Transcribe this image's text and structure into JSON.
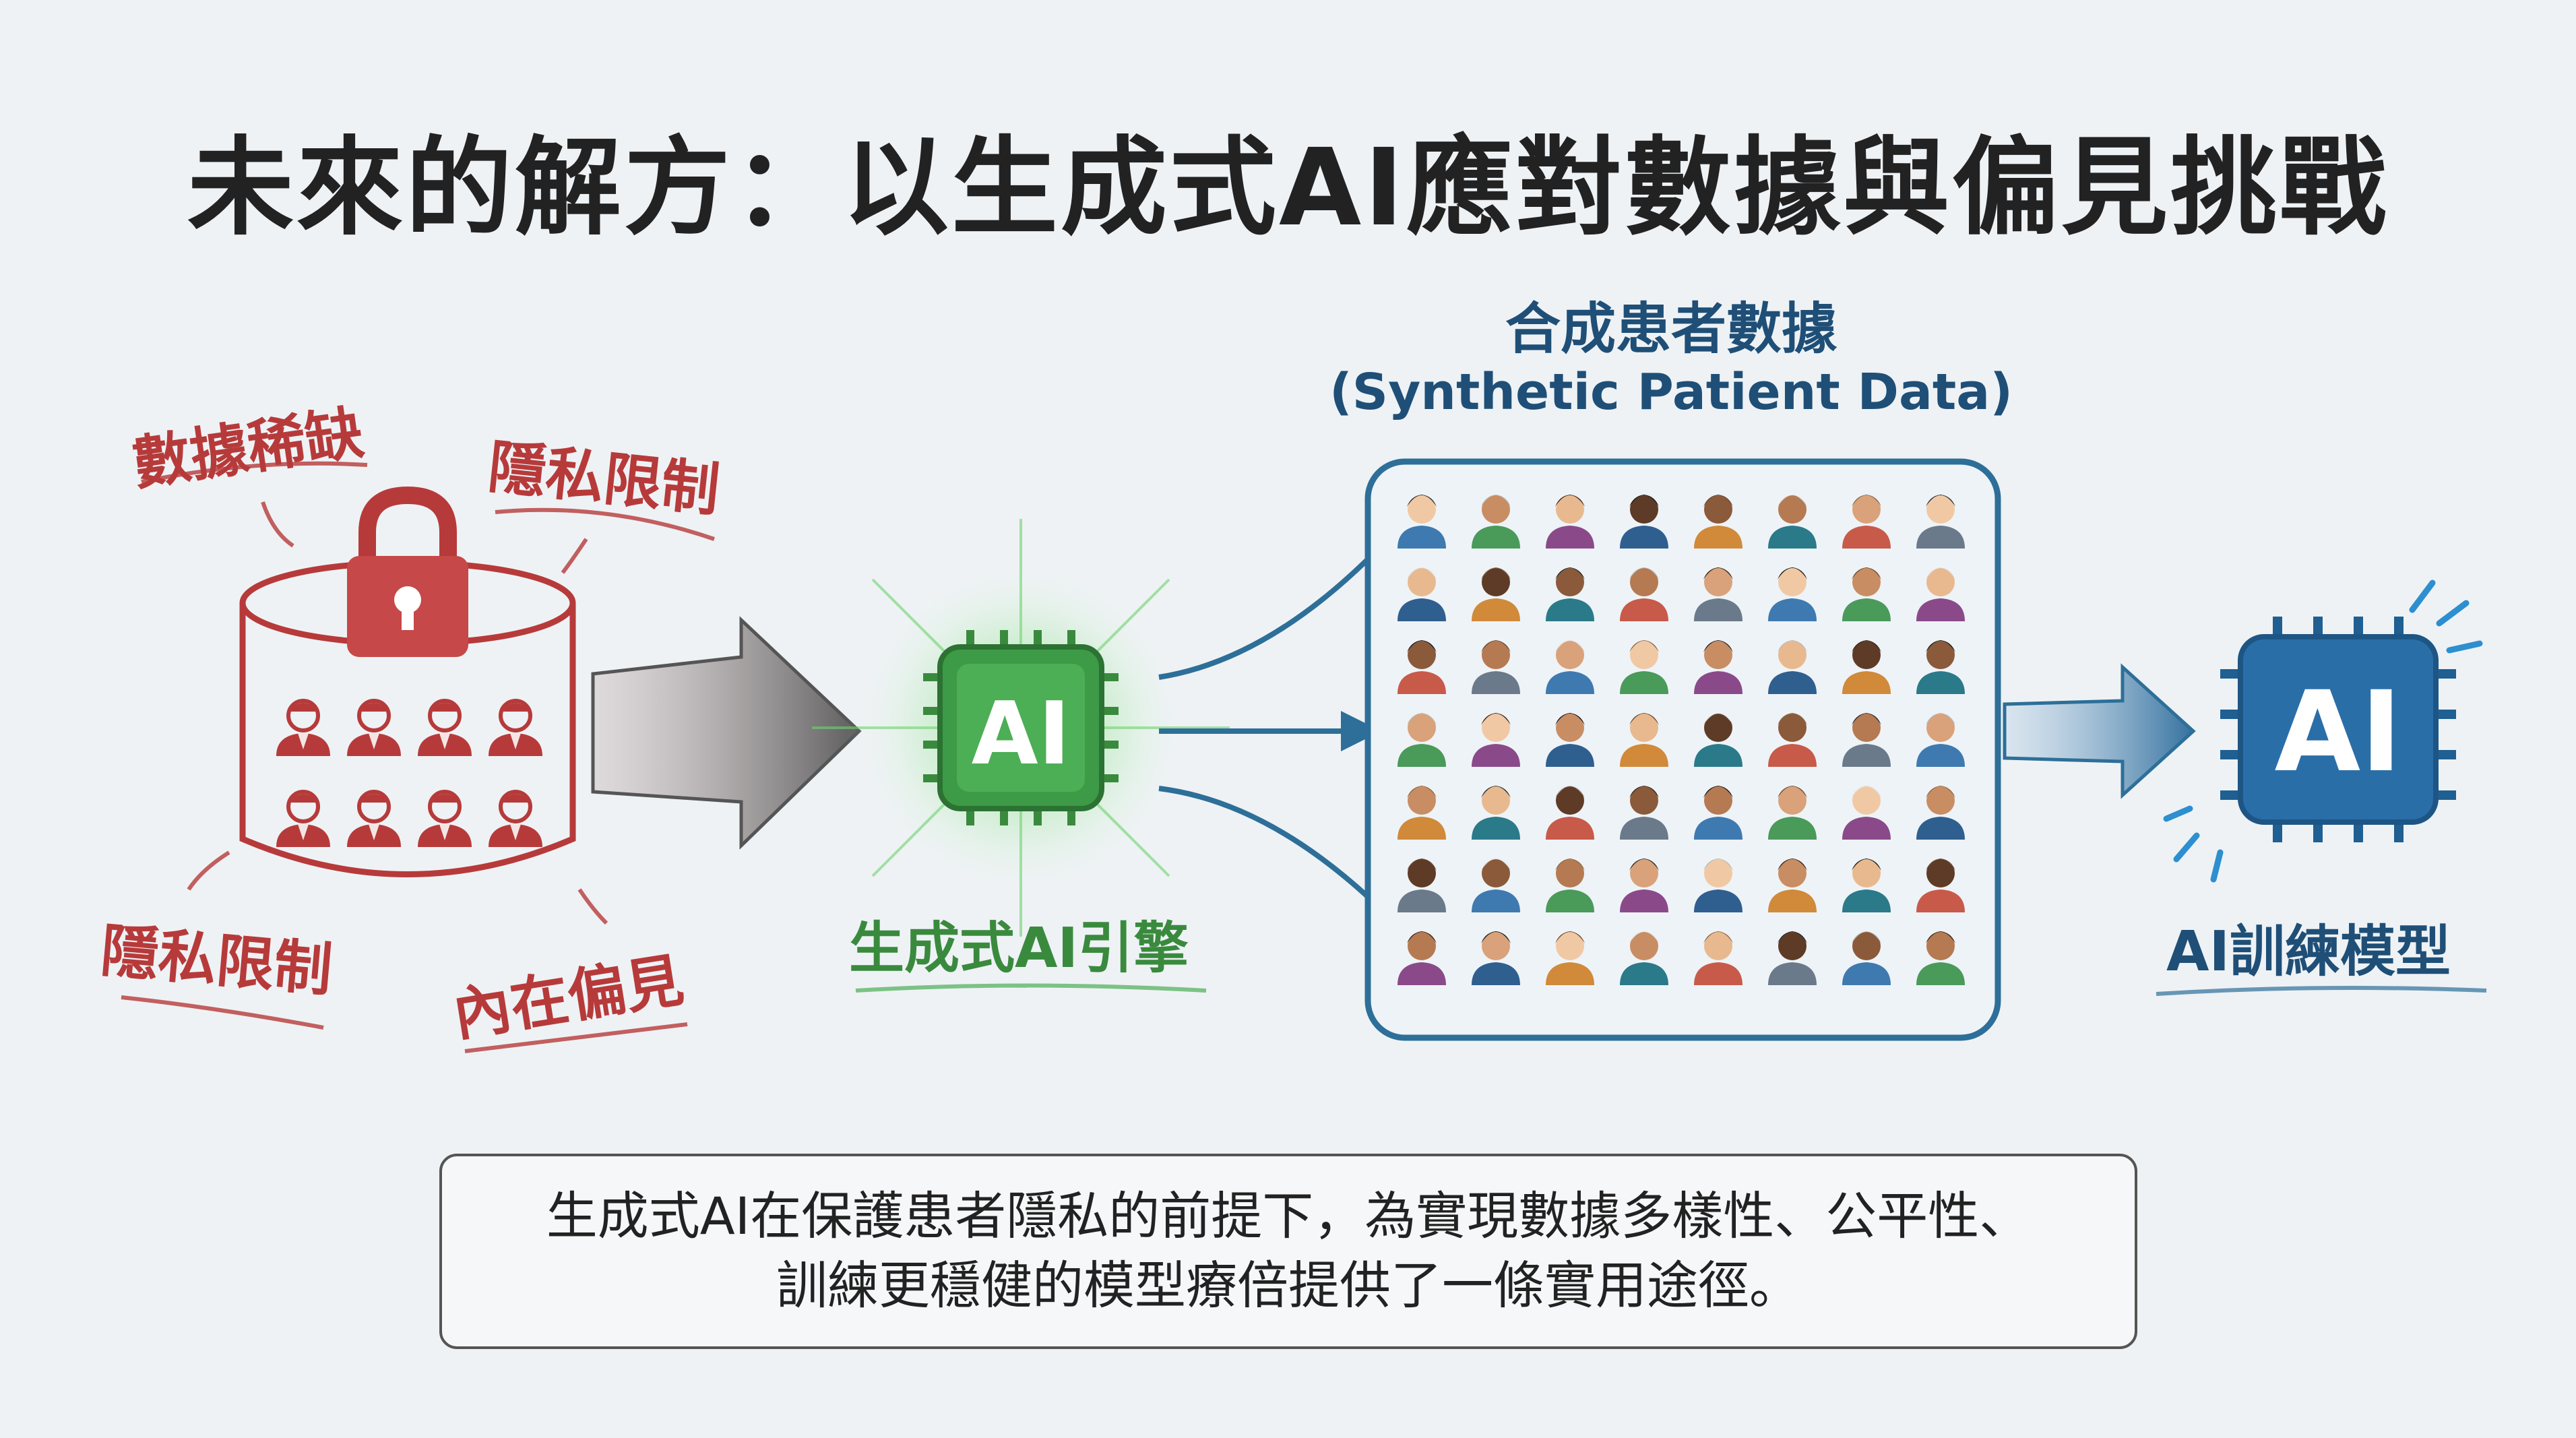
{
  "title": "未來的解方：以生成式AI應對數據與偏見挑戰",
  "problem": {
    "labels": [
      "數據稀缺",
      "隱私限制",
      "隱私限制",
      "內在偏見"
    ]
  },
  "engine": {
    "chip_text": "AI",
    "label": "生成式AI引擎"
  },
  "synthetic": {
    "title_zh": "合成患者數據",
    "title_en": "(Synthetic Patient Data)"
  },
  "model": {
    "chip_text": "AI",
    "label": "AI訓練模型"
  },
  "caption": {
    "line1": "生成式AI在保護患者隱私的前提下，為實現數據多樣性、公平性、",
    "line2": "訓練更穩健的模型療倍提供了一條實用途徑。"
  },
  "colors": {
    "problem_red": "#b73a3a",
    "engine_green": "#3a8a3e",
    "data_blue": "#1f4f77"
  }
}
